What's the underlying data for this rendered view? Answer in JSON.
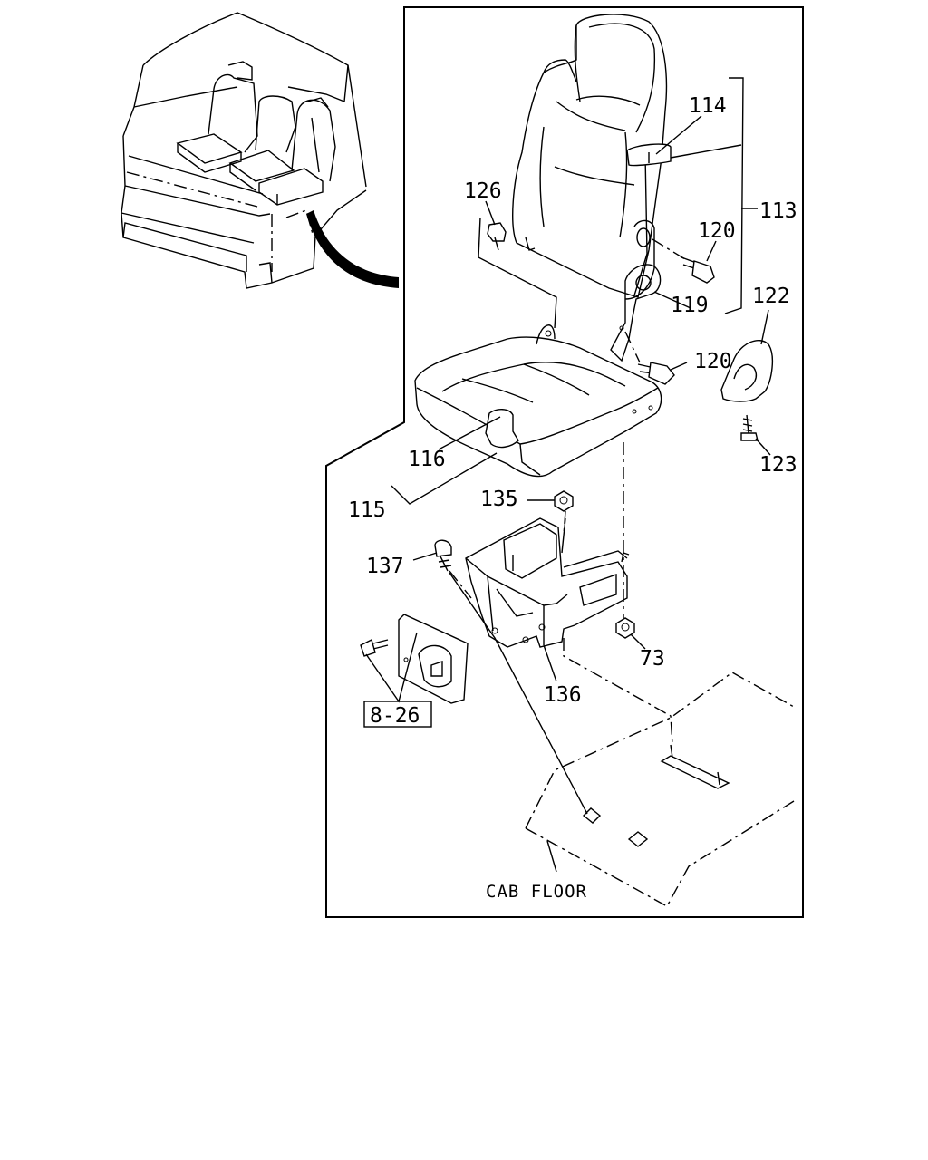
{
  "diagram": {
    "part_labels": {
      "p113": "113",
      "p114": "114",
      "p115": "115",
      "p116": "116",
      "p119": "119",
      "p120a": "120",
      "p120b": "120",
      "p122": "122",
      "p123": "123",
      "p126": "126",
      "p135": "135",
      "p136": "136",
      "p137": "137",
      "p73": "73"
    },
    "reference_box": "8-26",
    "floor_label": "CAB FLOOR"
  }
}
